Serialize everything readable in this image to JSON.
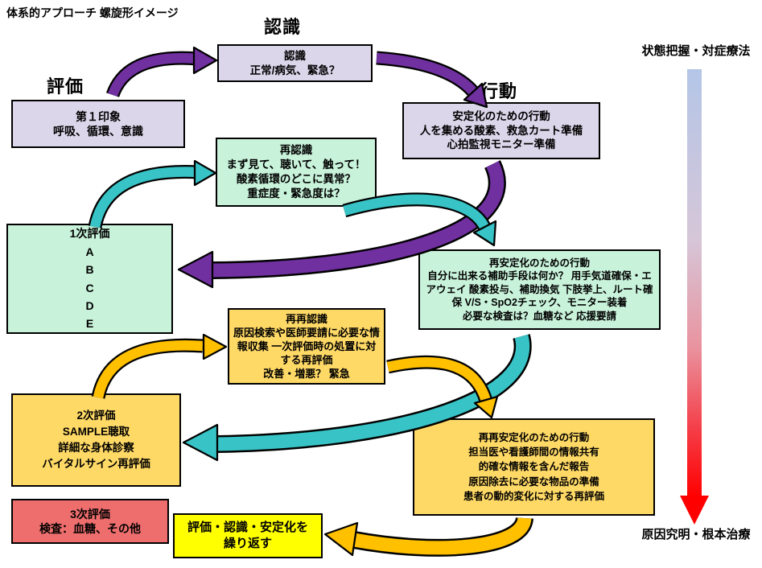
{
  "title": "体系的アプローチ 螺旋形イメージ",
  "headings": {
    "recognition": "認識",
    "evaluation": "評価",
    "action": "行動"
  },
  "boxes": {
    "recognition": {
      "line1": "認識",
      "line2": "正常/病気、緊急？"
    },
    "first_impression": {
      "line1": "第１印象",
      "line2": "呼吸、循環、意識"
    },
    "stabilization": {
      "line1": "安定化のための行動",
      "line2": "人を集める酸素、救急カート準備",
      "line3": "心拍監視モニター準備"
    },
    "re_recognition": {
      "line1": "再認識",
      "line2": "まず見て、聴いて、触って！",
      "line3": "酸素循環のどこに異常？",
      "line4": "重症度・緊急度は？"
    },
    "primary_eval": {
      "line1": "1次評価",
      "line2": "A",
      "line3": "B",
      "line4": "C",
      "line5": "D",
      "line6": "E"
    },
    "re_stabilization": {
      "line1": "再安定化のための行動",
      "line2": "自分に出来る補助手段は何か？ 用手気道確保・エアウェイ 酸素投与、補助換気 下肢挙上、ルート確保 V/S・SpO2チェック、モニター装着",
      "line3": "必要な検査は？血糖など 応援要請"
    },
    "re_re_recognition": {
      "line1": "再再認識",
      "line2": "原因検索や医師要請に必要な情報収集 一次評価時の処置に対する再評価",
      "line3": "改善・増悪？ 緊急"
    },
    "secondary_eval": {
      "line1": "2次評価",
      "line2": "SAMPLE聴取",
      "line3": "詳細な身体診察",
      "line4": "バイタルサイン再評価"
    },
    "re_re_stabilization": {
      "line1": "再再安定化のための行動",
      "line2": "担当医や看護師間の情報共有",
      "line3": "的確な情報を含んだ報告",
      "line4": "原因除去に必要な物品の準備",
      "line5": "患者の動的変化に対する再評価"
    },
    "tertiary_eval": {
      "line1": "3次評価",
      "line2": "検査：血糖、その他"
    },
    "repeat": {
      "line1": "評価・認識・安定化を",
      "line2": "繰り返す"
    }
  },
  "side_labels": {
    "top": "状態把握・対症療法",
    "bottom": "原因究明・根本治療"
  },
  "colors": {
    "lavender": "#dcd6ea",
    "green": "#c8f2da",
    "yellow": "#ffd966",
    "red": "#ee6d6d",
    "bright_yellow": "#ffff00",
    "purple_arrow": "#7030a0",
    "teal_arrow": "#38c3c6",
    "yellow_arrow": "#ffc000",
    "gradient_top": "#b4c6e7",
    "gradient_bottom": "#ff0000"
  }
}
